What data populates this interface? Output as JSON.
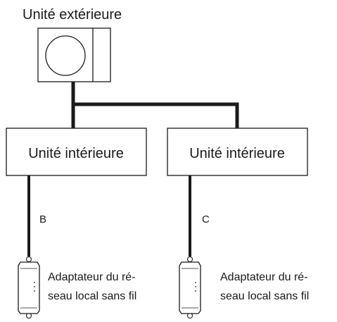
{
  "outdoor_unit": {
    "label": "Unité extérieure"
  },
  "indoor_units": [
    {
      "label": "Unité intérieure"
    },
    {
      "label": "Unité intérieure"
    }
  ],
  "cables": [
    {
      "label": "B"
    },
    {
      "label": "C"
    }
  ],
  "adapters": [
    {
      "line1": "Adaptateur du ré-",
      "line2": "seau local sans fil"
    },
    {
      "line1": "Adaptateur du ré-",
      "line2": "seau local sans fil"
    }
  ],
  "colors": {
    "stroke": "#1a1a1a",
    "background": "#ffffff"
  }
}
